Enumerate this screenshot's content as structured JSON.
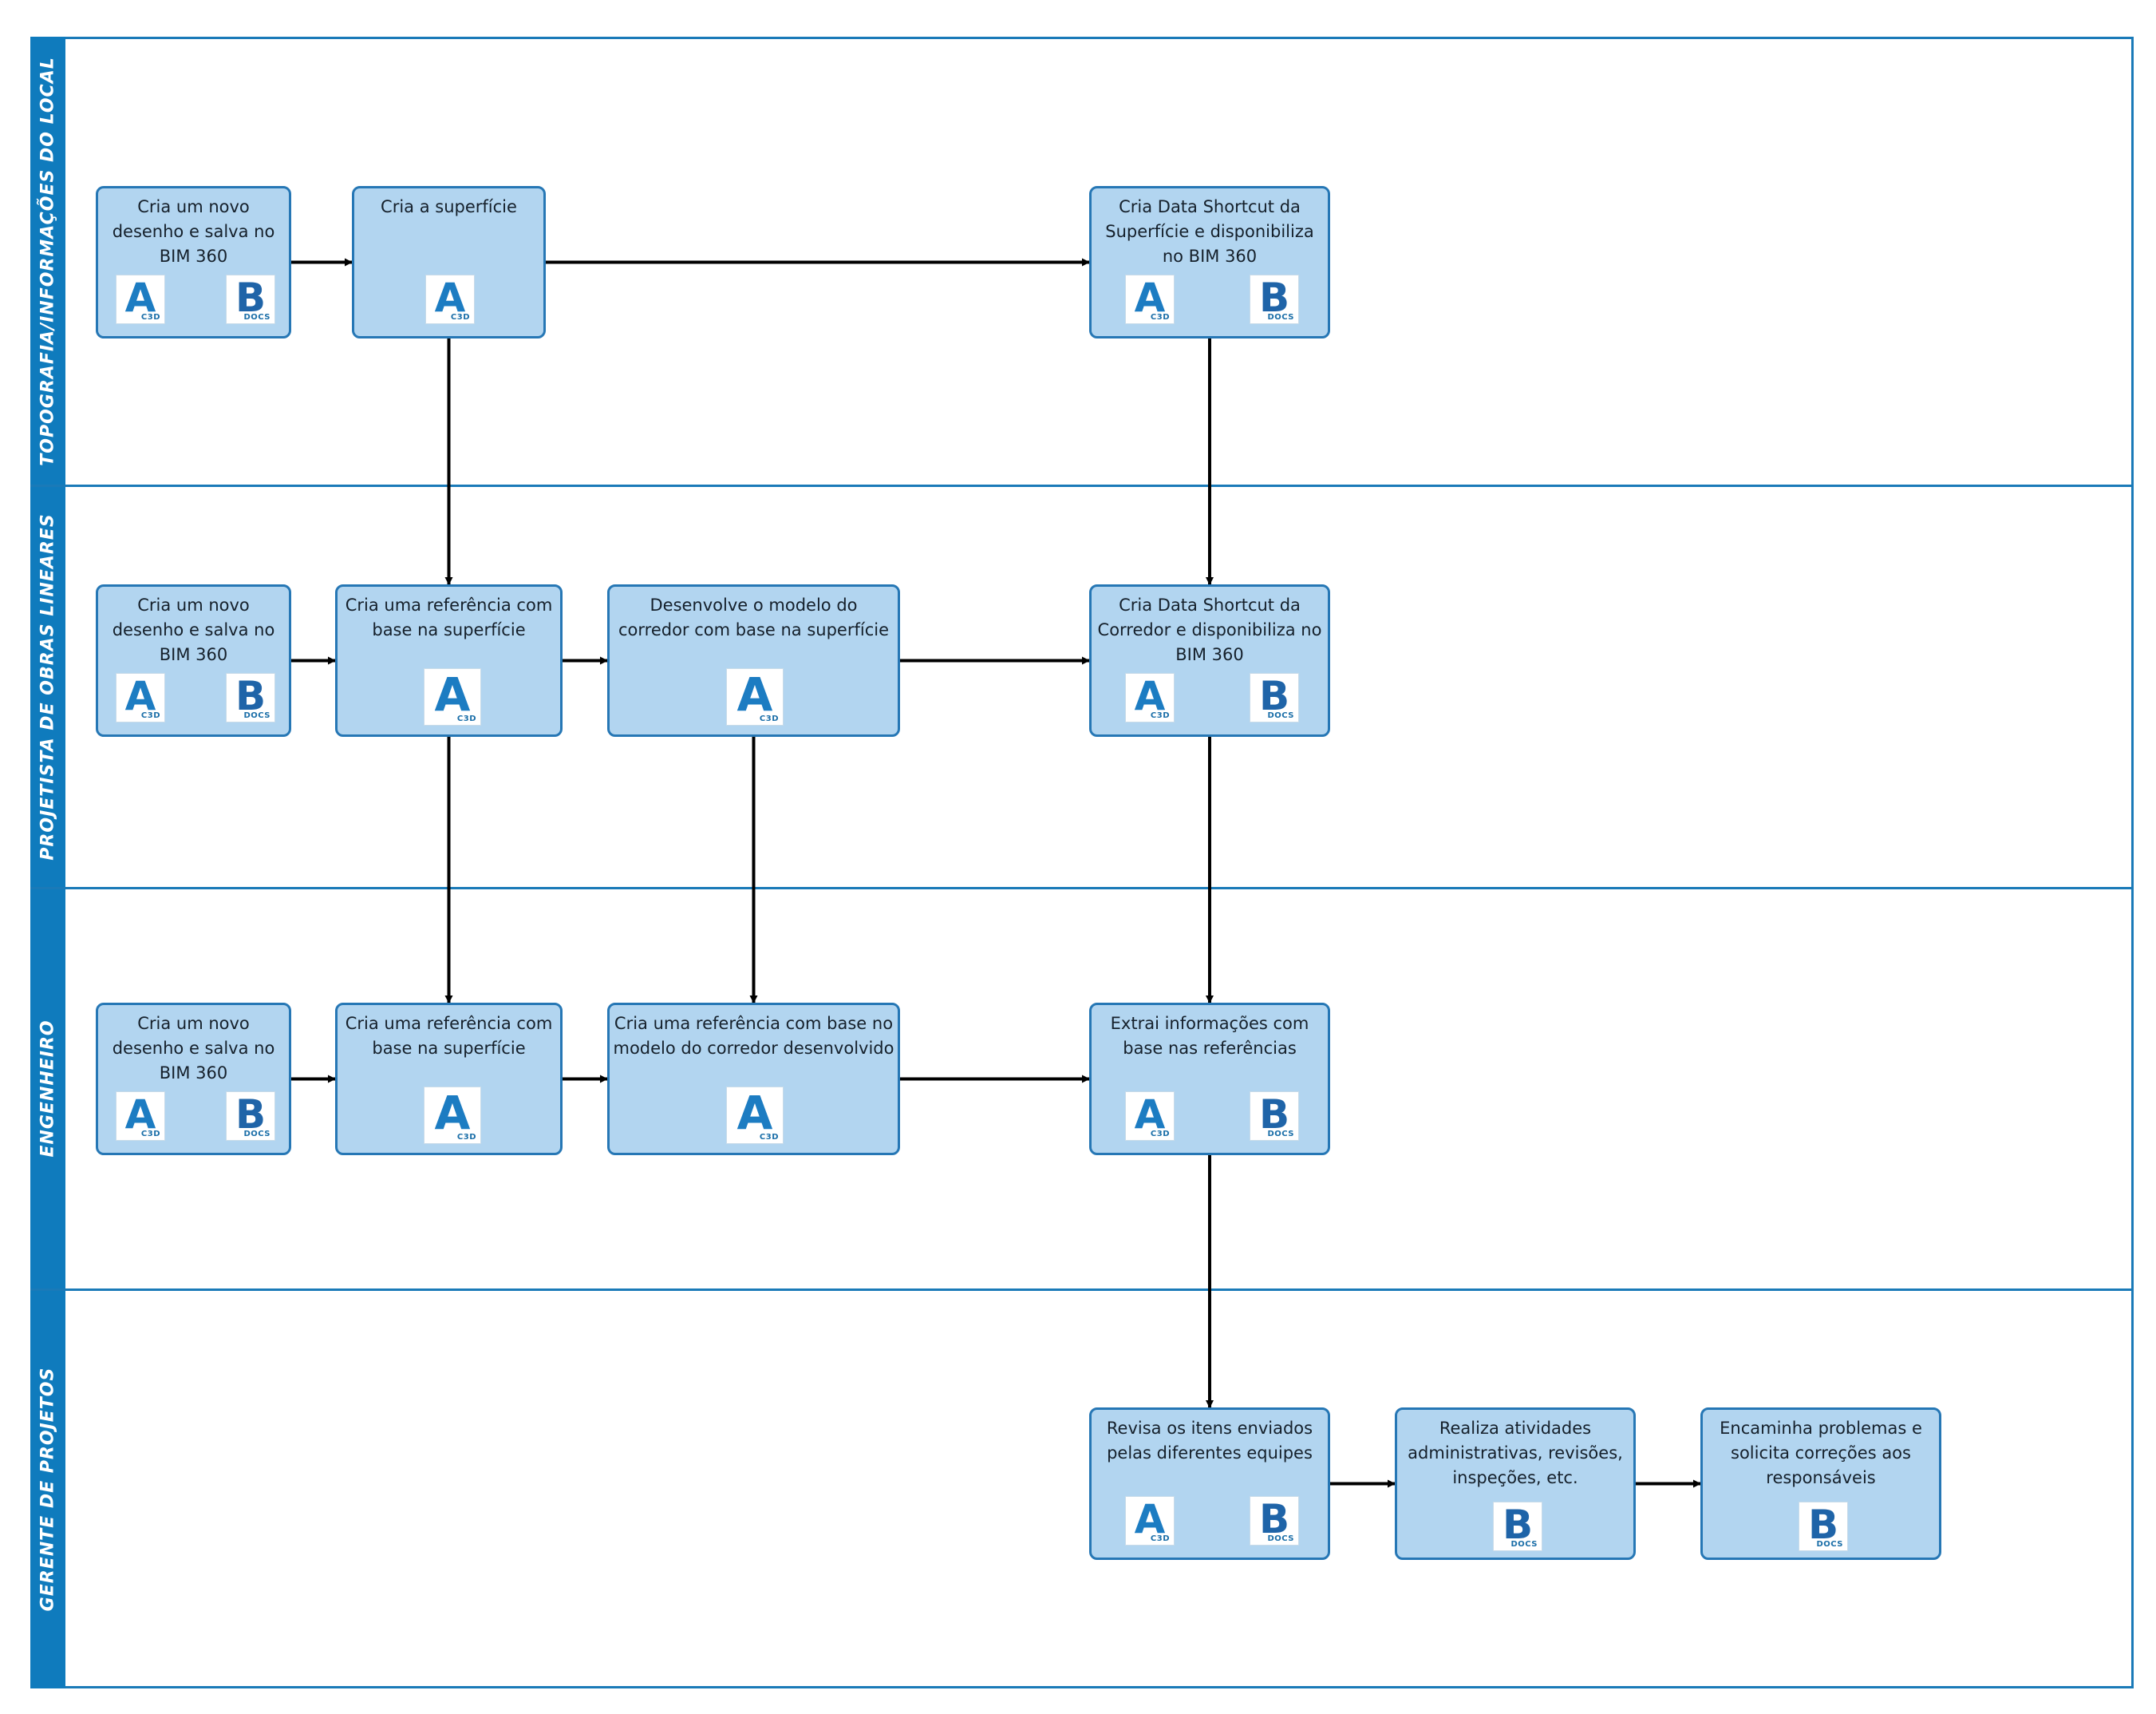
{
  "colors": {
    "lane_header": "#0f7bbd",
    "lane_border": "#1a7ab8",
    "node_fill": "#b2d5f0",
    "node_border": "#2677b5",
    "arrow": "#000000",
    "c3d_icon": "#1c7cc2",
    "docs_icon": "#1f64a8"
  },
  "lanes": [
    {
      "label": "TOPOGRAFIA/INFORMAÇÕES DO LOCAL"
    },
    {
      "label": "PROJETISTA DE OBRAS LINEARES"
    },
    {
      "label": "ENGENHEIRO"
    },
    {
      "label": "GERENTE DE PROJETOS"
    }
  ],
  "icons": {
    "c3d": {
      "glyph": "A",
      "sub": "C3D",
      "name": "civil-3d-icon"
    },
    "docs": {
      "glyph": "B",
      "sub": "DOCS",
      "name": "bim360-docs-icon"
    }
  },
  "nodes": {
    "topo_novo_desenho": {
      "text": "Cria um novo desenho e salva no BIM 360",
      "icons": [
        "c3d",
        "docs"
      ]
    },
    "topo_superficie": {
      "text": "Cria a superfície",
      "icons": [
        "c3d"
      ]
    },
    "topo_data_shortcut": {
      "text": "Cria Data Shortcut da Superfície e disponibiliza no BIM 360",
      "icons": [
        "c3d",
        "docs"
      ]
    },
    "proj_novo_desenho": {
      "text": "Cria um novo desenho e salva no BIM 360",
      "icons": [
        "c3d",
        "docs"
      ]
    },
    "proj_referencia": {
      "text": "Cria uma referência com base na superfície",
      "icons": [
        "c3d"
      ]
    },
    "proj_corredor": {
      "text": "Desenvolve o modelo do corredor com base na superfície",
      "icons": [
        "c3d"
      ]
    },
    "proj_data_shortcut": {
      "text": "Cria Data Shortcut da Corredor e disponibiliza no BIM 360",
      "icons": [
        "c3d",
        "docs"
      ]
    },
    "eng_novo_desenho": {
      "text": "Cria um novo desenho e salva no BIM 360",
      "icons": [
        "c3d",
        "docs"
      ]
    },
    "eng_referencia_superficie": {
      "text": "Cria uma referência com base na superfície",
      "icons": [
        "c3d"
      ]
    },
    "eng_referencia_corredor": {
      "text": "Cria uma referência com base no modelo do corredor desenvolvido",
      "icons": [
        "c3d"
      ]
    },
    "eng_extrai": {
      "text": "Extrai informações com base nas referências",
      "icons": [
        "c3d",
        "docs"
      ]
    },
    "ger_revisa": {
      "text": "Revisa os itens enviados pelas diferentes equipes",
      "icons": [
        "c3d",
        "docs"
      ]
    },
    "ger_atividades": {
      "text": "Realiza atividades administrativas, revisões, inspeções, etc.",
      "icons": [
        "docs"
      ]
    },
    "ger_encaminha": {
      "text": "Encaminha problemas e solicita correções aos responsáveis",
      "icons": [
        "docs"
      ]
    }
  },
  "edges": [
    [
      "topo_novo_desenho",
      "topo_superficie"
    ],
    [
      "topo_superficie",
      "topo_data_shortcut"
    ],
    [
      "topo_superficie",
      "proj_referencia"
    ],
    [
      "topo_data_shortcut",
      "proj_data_shortcut"
    ],
    [
      "proj_novo_desenho",
      "proj_referencia"
    ],
    [
      "proj_referencia",
      "proj_corredor"
    ],
    [
      "proj_corredor",
      "proj_data_shortcut"
    ],
    [
      "proj_referencia",
      "eng_referencia_superficie"
    ],
    [
      "proj_corredor",
      "eng_referencia_corredor"
    ],
    [
      "proj_data_shortcut",
      "eng_extrai"
    ],
    [
      "eng_novo_desenho",
      "eng_referencia_superficie"
    ],
    [
      "eng_referencia_superficie",
      "eng_referencia_corredor"
    ],
    [
      "eng_referencia_corredor",
      "eng_extrai"
    ],
    [
      "eng_extrai",
      "ger_revisa"
    ],
    [
      "ger_revisa",
      "ger_atividades"
    ],
    [
      "ger_atividades",
      "ger_encaminha"
    ]
  ]
}
